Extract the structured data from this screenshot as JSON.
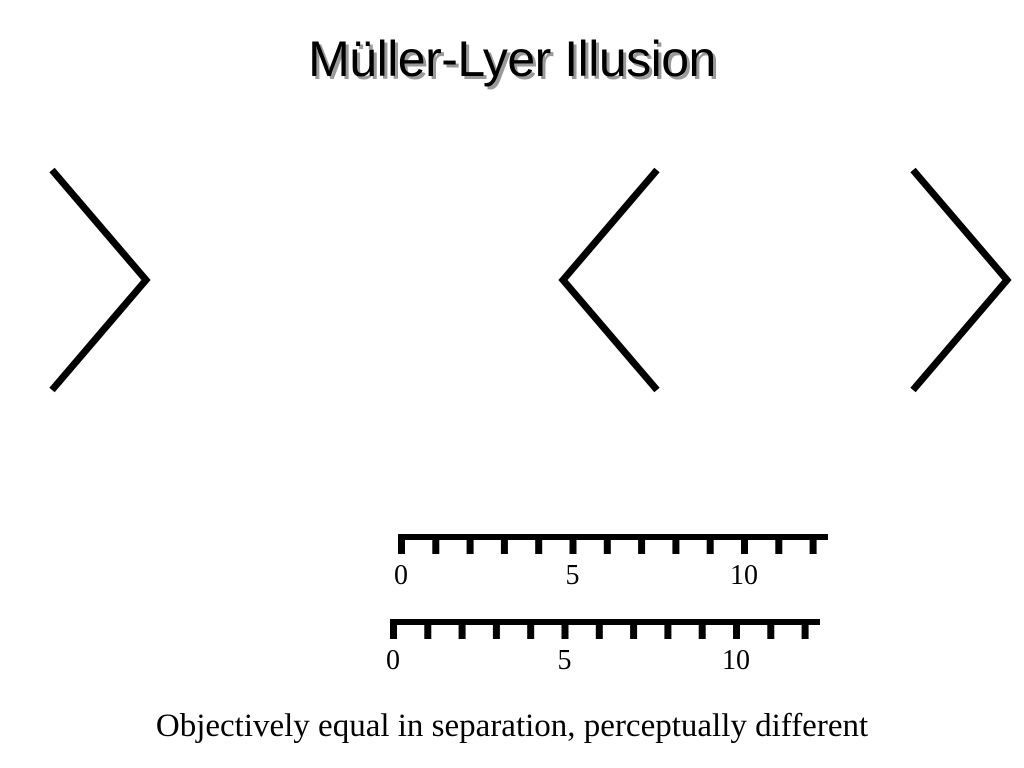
{
  "title": "Müller-Lyer Illusion",
  "caption": "Objectively equal in separation, perceptually different",
  "stroke_color": "#000000",
  "title_shadow_color": "#9a9a9a",
  "figures": [
    {
      "name": "chevron-left-arrowhead",
      "kind": "right-pointing"
    },
    {
      "name": "chevron-middle",
      "kind": "left-pointing"
    },
    {
      "name": "chevron-right-arrowhead",
      "kind": "right-pointing"
    }
  ],
  "rulers": [
    {
      "name": "ruler-top",
      "tick_count": 13,
      "labels": [
        "0",
        "5",
        "10"
      ]
    },
    {
      "name": "ruler-bottom",
      "tick_count": 13,
      "labels": [
        "0",
        "5",
        "10"
      ]
    }
  ]
}
